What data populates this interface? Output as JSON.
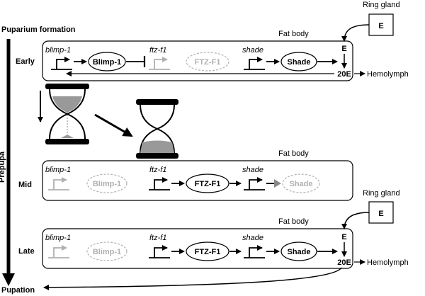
{
  "header": {
    "title": "Puparium formation"
  },
  "axis": {
    "vertical_label": "Prepupa",
    "end_label": "Pupation"
  },
  "stages": {
    "early": "Early",
    "mid": "Mid",
    "late": "Late"
  },
  "labels": {
    "fat_body": "Fat body",
    "ring_gland": "Ring gland",
    "hormone_e": "E",
    "hormone_20e": "20E",
    "hemolymph": "Hemolymph"
  },
  "genes": {
    "blimp1": "blimp-1",
    "ftzf1": "ftz-f1",
    "shade": "shade"
  },
  "proteins": {
    "blimp1": "Blimp-1",
    "ftzf1": "FTZ-F1",
    "shade": "Shade"
  },
  "colors": {
    "active": "#000000",
    "inactive": "#b0b0b0",
    "sand": "#999999"
  }
}
